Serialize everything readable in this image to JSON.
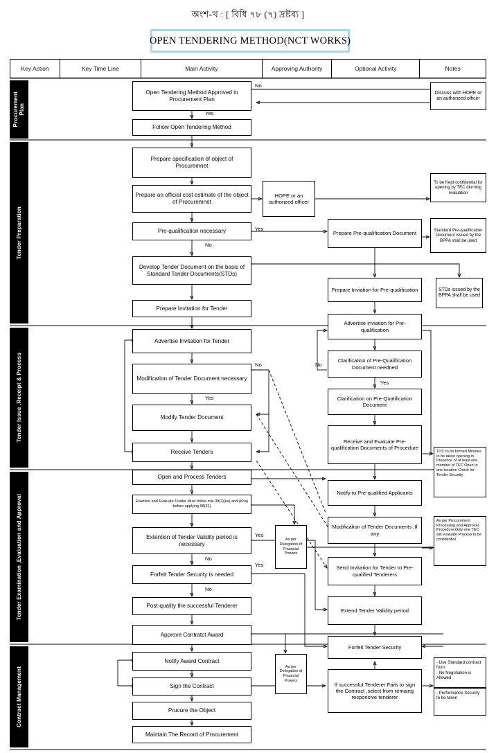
{
  "header_line_bangla": "অংশ-খ : [ বিধি ৭৮ (৭) দ্রষ্টব্য ]",
  "title": "OPEN TENDERING METHOD(NCT WORKS)",
  "columns": [
    {
      "key": "key_action",
      "label": "Key Action"
    },
    {
      "key": "key_time_line",
      "label": "Key Time Line"
    },
    {
      "key": "main_activity",
      "label": "Main Activity"
    },
    {
      "key": "approving_authority",
      "label": "Approving Authority"
    },
    {
      "key": "optional_activity",
      "label": "Optional Activity"
    },
    {
      "key": "notes",
      "label": "Notes"
    }
  ],
  "sections": [
    {
      "id": "procurement-plan",
      "label": "Procurement\nPlan"
    },
    {
      "id": "tender-preparation",
      "label": "Tender Preparation"
    },
    {
      "id": "tender-issue",
      "label": "Tender Issue ,Receipt & Process"
    },
    {
      "id": "tender-examination",
      "label": "Tender Examination ,Evaluation and Approval"
    },
    {
      "id": "contract-management",
      "label": "Contract Management"
    }
  ],
  "main_activity": [
    {
      "id": "open-tendering-approved",
      "text": "Open Tendering Method Approved in Procurement Plan"
    },
    {
      "id": "follow-open-tendering",
      "text": "Follow Open Tendering Method"
    },
    {
      "id": "prepare-specification",
      "text": "Prepare specification of object of Procuremnet"
    },
    {
      "id": "prepare-cost-estimate",
      "text": "Prepare an official cost estimate of the object of Procuremnet"
    },
    {
      "id": "pre-qualification-necessary",
      "text": "Pre-qualification necessary"
    },
    {
      "id": "develop-tender-document",
      "text": "Develop Tender Document on the basis of Standard Tender Documents(STDs)"
    },
    {
      "id": "prepare-invitation-tender",
      "text": "Prepare Invitation for Tender"
    },
    {
      "id": "advertise-invitation-tender",
      "text": "Advertise Invitation for Tender"
    },
    {
      "id": "modification-necessary",
      "text": "Modification of Tender Document necessary"
    },
    {
      "id": "modify-tender-document",
      "text": "Modify Tender Document"
    },
    {
      "id": "receive-tenders",
      "text": "Receive Tenders"
    },
    {
      "id": "open-process-tenders",
      "text": "Open and Process Tenders"
    },
    {
      "id": "examine-evaluate-tender",
      "text": "Examine and Evaluate Tender Must follow rule 98(2)(ka) and (Kha) before applying 98(31)"
    },
    {
      "id": "extention-validity",
      "text": "Extention of Tender Validity period is necessary"
    },
    {
      "id": "forfeit-security-needed",
      "text": "Forfeit Tender Security is needed"
    },
    {
      "id": "post-qualify",
      "text": "Post-quality the successful Tenderer"
    },
    {
      "id": "approve-contract-award",
      "text": "Approve Contratct Award"
    },
    {
      "id": "notify-award-contract",
      "text": "Notify Award Contract"
    },
    {
      "id": "sign-contract",
      "text": "Sign the Contract"
    },
    {
      "id": "procure-object",
      "text": "Prucure the Object"
    },
    {
      "id": "maintain-record",
      "text": "Maintain The Record of Procurement"
    }
  ],
  "approving_authority": [
    {
      "id": "hope-authorized-officer",
      "text": "HOPE or an authorized officer"
    },
    {
      "id": "delegation-financial-powers-1",
      "text": "As per Delegation of Financial Powers"
    },
    {
      "id": "delegation-financial-powers-2",
      "text": "As per Delegation of Financial Powers"
    }
  ],
  "optional_activity": [
    {
      "id": "prepare-prequal-document",
      "text": "Prepare Pre-qualification Document"
    },
    {
      "id": "prepare-invitation-prequal",
      "text": "Prepare Inviation for Pre-qualification"
    },
    {
      "id": "advertise-invitation-prequal",
      "text": "Advertise inviation for Pre-qualification"
    },
    {
      "id": "clarification-needed",
      "text": "Clarification of Pre-Qualification Document needned"
    },
    {
      "id": "clarification-on-document",
      "text": "Clarification on Pre-Qualification Document"
    },
    {
      "id": "receive-evaluate-prequal",
      "text": "Receive and Evaluate Pre-qualification Documents of Procedure"
    },
    {
      "id": "notify-prequalified",
      "text": "Notify to Pre-qualified Applicants"
    },
    {
      "id": "modification-tender-docs",
      "text": "Modification of Tender Documents ,If any"
    },
    {
      "id": "send-invitation-prequalified",
      "text": "Send Invitation for Tender to Pre-qualified Tenderers"
    },
    {
      "id": "extend-validity-period",
      "text": "Extend Tender Validity period"
    },
    {
      "id": "forfeit-tender-security",
      "text": "Forfeit Tender Security"
    },
    {
      "id": "successful-fails-sign",
      "text": "If successful Tenderer Fails to sign the Contract ,select from remaing responsive tenderer"
    }
  ],
  "notes": [
    {
      "id": "discuss-hope",
      "text": "Discuss with HOPE or an authorized officer"
    },
    {
      "id": "kept-confidential",
      "text": "To be Kept confidential for opening by TEC dlurning evaluation"
    },
    {
      "id": "standard-prequal-doc",
      "text": "Standard Pre-qualification Document issued by the BPPA shall be used"
    },
    {
      "id": "stds-issued",
      "text": "STDs issued by the BPPA shall be used"
    },
    {
      "id": "toc-formed",
      "text": "TOC to be formed Minutes to be taken opening in Presence of at least one member of TEC Open in one location Check for Tender Security"
    },
    {
      "id": "as-per-procurement-processing",
      "text": "As per Procurement Processing and Approval Procedure Only one TEC will evaluate Process to be confidential"
    },
    {
      "id": "use-standard-contract",
      "text": "- Use Standard contract from\n- No Negotiation is Allowed"
    },
    {
      "id": "performance-security",
      "text": "- Performance Security to be taken"
    }
  ],
  "edge_labels": [
    {
      "id": "lbl-no-1",
      "text": "No"
    },
    {
      "id": "lbl-yes-1",
      "text": "Yes"
    },
    {
      "id": "lbl-yes-2",
      "text": "Yes"
    },
    {
      "id": "lbl-no-2",
      "text": "No"
    },
    {
      "id": "lbl-no-3",
      "text": "No"
    },
    {
      "id": "lbl-yes-3",
      "text": "Yes"
    },
    {
      "id": "lbl-no-4",
      "text": "No"
    },
    {
      "id": "lbl-yes-4",
      "text": "Yes"
    },
    {
      "id": "lbl-yes-5",
      "text": "Yes"
    },
    {
      "id": "lbl-no-5",
      "text": "No"
    },
    {
      "id": "lbl-no-6",
      "text": "No"
    },
    {
      "id": "lbl-yes-6",
      "text": "Yes"
    }
  ],
  "colors": {
    "title_border": "#a8d6e8",
    "section_bar": "#000000",
    "line": "#000000",
    "background": "#ffffff"
  }
}
